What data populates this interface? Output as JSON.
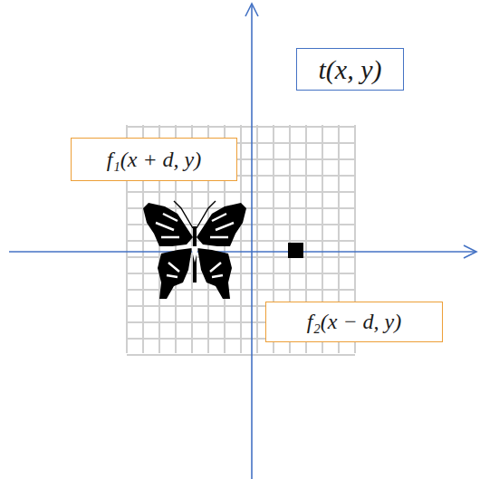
{
  "diagram": {
    "nodes": [
      {
        "text": [
          "t(x, y)"
        ]
      },
      {
        "text": [
          "f₁(x + d, y)"
        ]
      },
      {
        "text": [
          "f₂(x − d, y)"
        ]
      }
    ]
  }
}
